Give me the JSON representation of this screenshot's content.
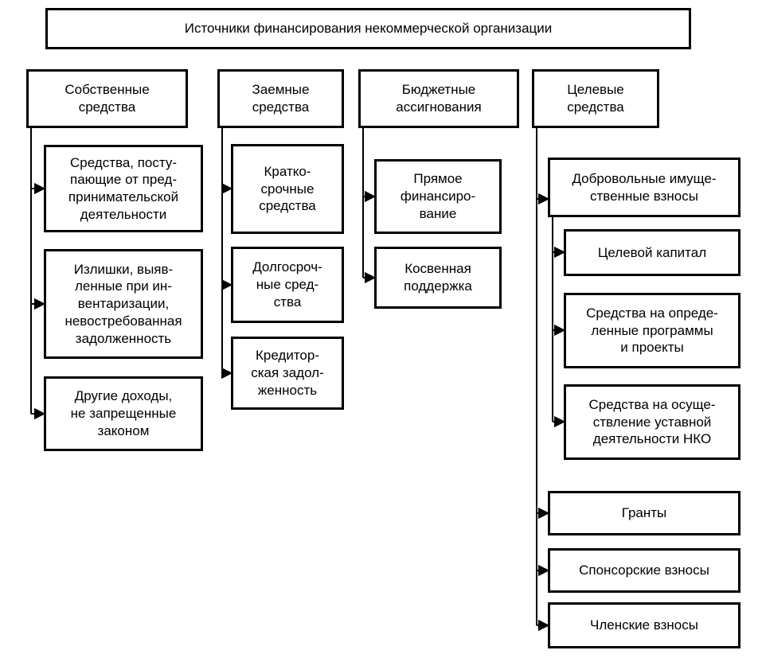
{
  "title": "Источники финансирования некоммерческой организации",
  "columns": [
    {
      "header": "Собственные\nсредства",
      "items": [
        "Средства, посту-\nпающие от пред-\nпринимательской\nдеятельности",
        "Излишки, выяв-\nленные при ин-\nвентаризации,\nневостребованная\nзадолженность",
        "Другие доходы,\nне запрещенные\nзаконом"
      ]
    },
    {
      "header": "Заемные\nсредства",
      "items": [
        "Кратко-\nсрочные\nсредства",
        "Долгосроч-\nные сред-\nства",
        "Кредитор-\nская задол-\nженность"
      ]
    },
    {
      "header": "Бюджетные\nассигнования",
      "items": [
        "Прямое\nфинансиро-\nвание",
        "Косвенная\nподдержка"
      ]
    },
    {
      "header": "Целевые\nсредства",
      "items": [
        {
          "label": "Добровольные имуще-\nственные взносы",
          "children": [
            "Целевой капитал",
            "Средства на опреде-\nленные программы\nи проекты",
            "Средства на осуще-\nствление уставной\nдеятельности НКО"
          ]
        },
        {
          "label": "Гранты"
        },
        {
          "label": "Спонсорские взносы"
        },
        {
          "label": "Членские взносы"
        }
      ]
    }
  ],
  "colors": {
    "background": "#ffffff",
    "border": "#000000",
    "text": "#000000",
    "line": "#000000"
  }
}
